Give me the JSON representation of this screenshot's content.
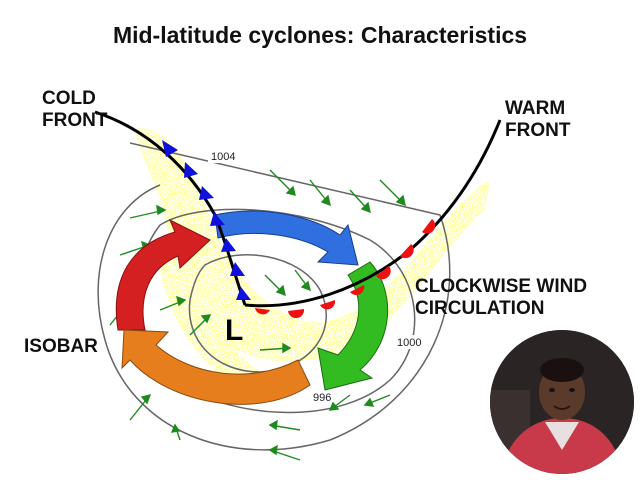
{
  "title": "Mid-latitude cyclones: Characteristics",
  "labels": {
    "cold_front": [
      "COLD",
      "FRONT"
    ],
    "warm_front": [
      "WARM",
      "FRONT"
    ],
    "wind": [
      "CLOCKWISE WIND",
      "CIRCULATION"
    ],
    "isobar": "ISOBAR"
  },
  "isobars": {
    "outer": "1004",
    "middle": "1000",
    "inner": "996"
  },
  "low_pressure": "L",
  "colors": {
    "cold_front": "#1010dd",
    "warm_front": "#ee1111",
    "cloud": "#ffff55",
    "arrow_red": "#d42020",
    "arrow_blue": "#2f6fe0",
    "arrow_green": "#33bb22",
    "arrow_orange": "#e67e1e",
    "wind_arrows": "#1f8a1f",
    "isobar": "#666666"
  },
  "icons": {
    "webcam": "presenter-webcam-icon"
  }
}
